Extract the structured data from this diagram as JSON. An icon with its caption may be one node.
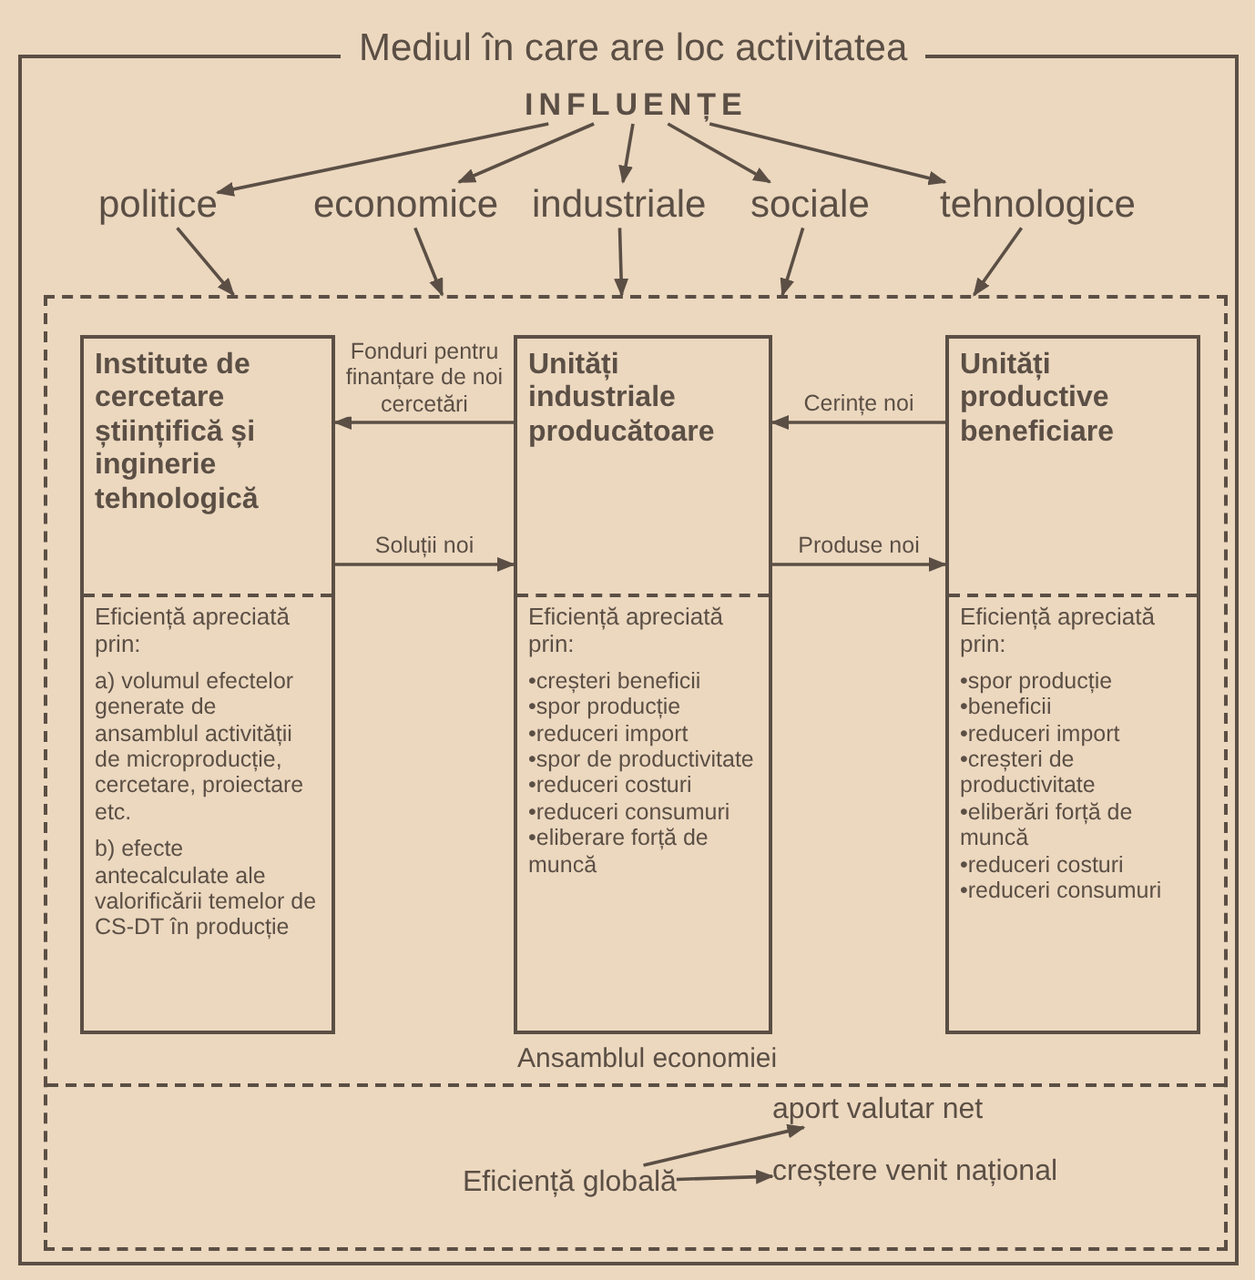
{
  "diagram": {
    "nodes": [
      {
        "text": [
          "Mediul în care are loc activitatea"
        ]
      },
      {
        "text": [
          "INFLUENȚE"
        ],
        "in": 0
      },
      {
        "text": [
          "politice"
        ],
        "in": 0
      },
      {
        "text": [
          "economice"
        ],
        "in": 0
      },
      {
        "text": [
          "industriale"
        ],
        "in": 0
      },
      {
        "text": [
          "sociale"
        ],
        "in": 0
      },
      {
        "text": [
          "tehnologice"
        ],
        "in": 0
      },
      {
        "text": [
          "Ansamblul economiei"
        ],
        "in": 0
      },
      {
        "text": [
          "Institute de cercetare științifică și inginerie tehnologică",
          "Eficiență apreciată prin:",
          "a) volumul efectelor generate de ansamblul activității de microproducție, cercetare, proiectare etc.",
          "b) efecte antecalculate ale valorificării temelor de CS-DT în producție"
        ],
        "in": 7
      },
      {
        "text": [
          "Unități industriale producătoare",
          "Eficiență apreciată prin:",
          "•creșteri beneficii",
          "•spor producție",
          "•reduceri import",
          "•spor de productivitate",
          "•reduceri costuri",
          "•reduceri consumuri",
          "•eliberare forță de muncă"
        ],
        "in": 7
      },
      {
        "text": [
          "Unități productive beneficiare",
          "Eficiență apreciată prin:",
          "•spor producție",
          "•beneficii",
          "•reduceri import",
          "•creșteri de productivitate",
          "•eliberări forță de muncă",
          "•reduceri costuri",
          "•reduceri consumuri"
        ],
        "in": 7
      },
      {
        "text": [
          "Eficiență globală"
        ],
        "in": 7
      },
      {
        "text": [
          "aport valutar net"
        ],
        "in": 7
      },
      {
        "text": [
          "creștere venit național"
        ],
        "in": 7
      }
    ],
    "edges": [
      {
        "from": 1,
        "to": 2,
        "arrow": "to"
      },
      {
        "from": 1,
        "to": 3,
        "arrow": "to"
      },
      {
        "from": 1,
        "to": 4,
        "arrow": "to"
      },
      {
        "from": 1,
        "to": 5,
        "arrow": "to"
      },
      {
        "from": 1,
        "to": 6,
        "arrow": "to"
      },
      {
        "from": 2,
        "to": 7,
        "arrow": "to"
      },
      {
        "from": 3,
        "to": 7,
        "arrow": "to"
      },
      {
        "from": 4,
        "to": 7,
        "arrow": "to"
      },
      {
        "from": 5,
        "to": 7,
        "arrow": "to"
      },
      {
        "from": 6,
        "to": 7,
        "arrow": "to"
      },
      {
        "from": 9,
        "to": 8,
        "arrow": "to",
        "label": "Fonduri pentru finanțare de noi cercetări"
      },
      {
        "from": 8,
        "to": 9,
        "arrow": "to",
        "label": "Soluții noi"
      },
      {
        "from": 10,
        "to": 9,
        "arrow": "to",
        "label": "Cerințe noi"
      },
      {
        "from": 9,
        "to": 10,
        "arrow": "to",
        "label": "Produse noi"
      },
      {
        "from": 11,
        "to": 12,
        "arrow": "to"
      },
      {
        "from": 11,
        "to": 13,
        "arrow": "to"
      }
    ]
  }
}
